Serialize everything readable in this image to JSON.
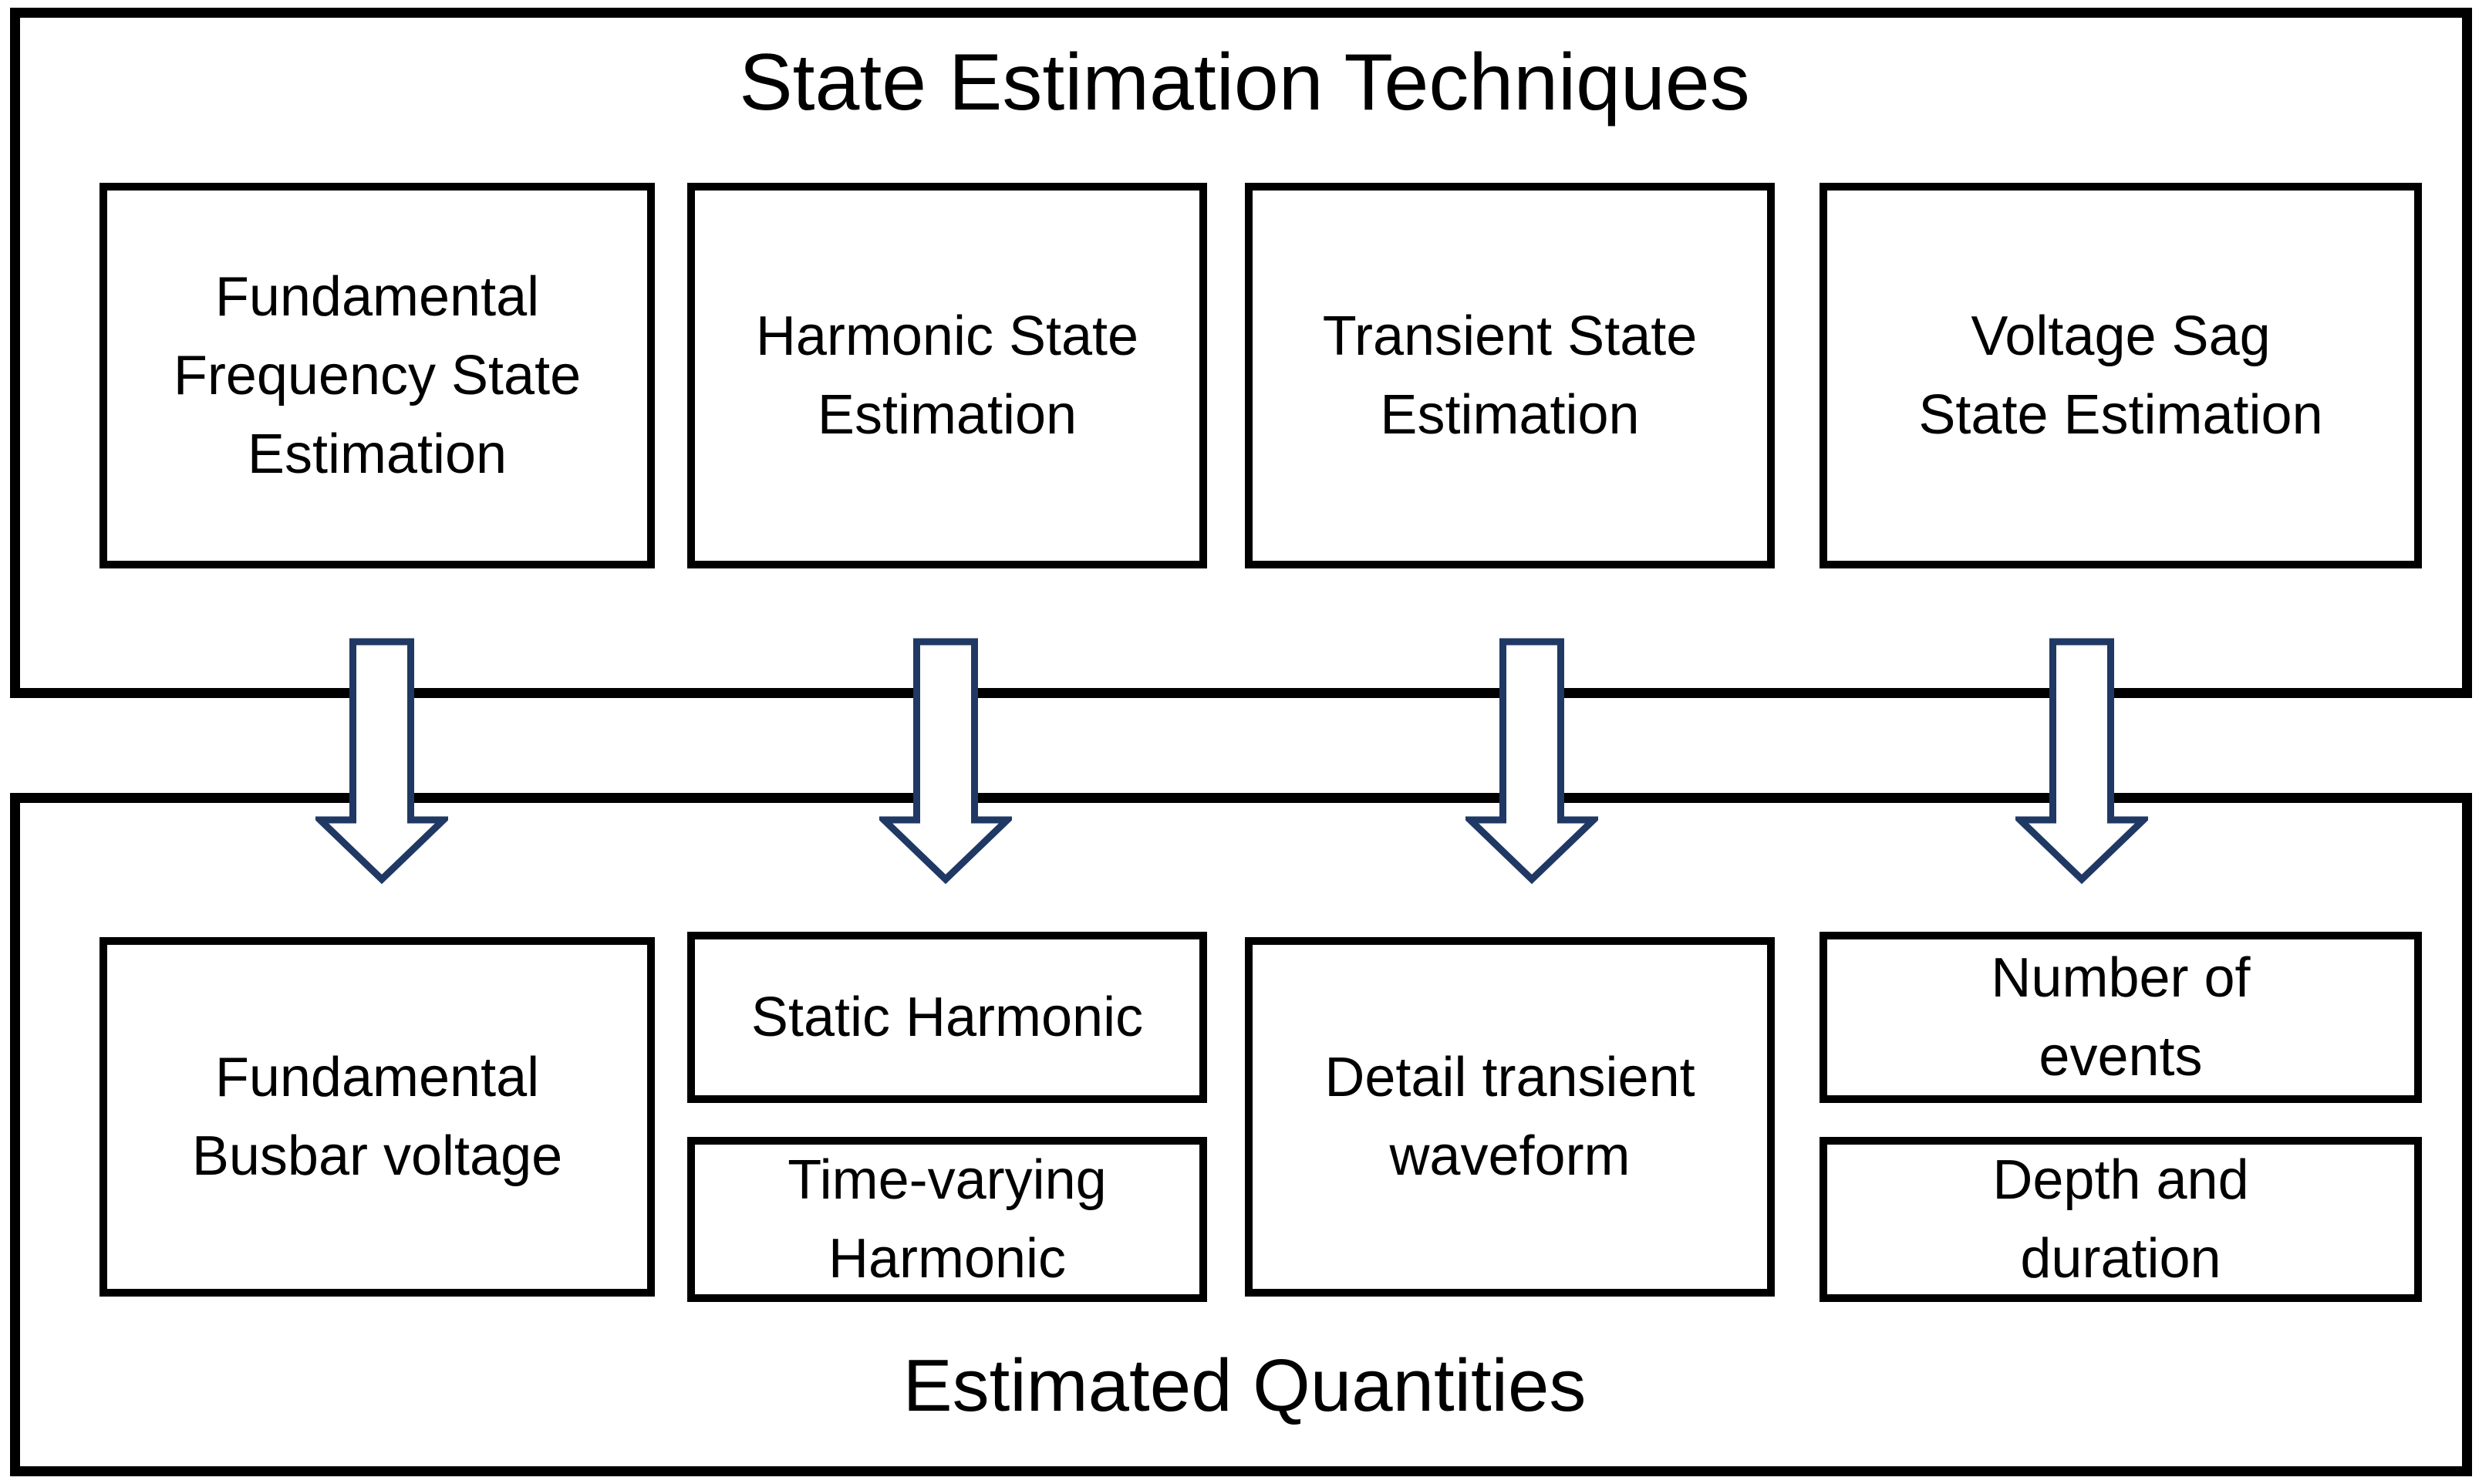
{
  "top_section": {
    "title": "State Estimation Techniques",
    "boxes": [
      "Fundamental\nFrequency State\nEstimation",
      "Harmonic State\nEstimation",
      "Transient State\nEstimation",
      "Voltage Sag\nState Estimation"
    ]
  },
  "bottom_section": {
    "title": "Estimated Quantities",
    "boxes": {
      "fundamental_busbar": "Fundamental\nBusbar voltage",
      "static_harmonic": "Static Harmonic",
      "time_varying_harmonic": "Time-varying\nHarmonic",
      "detail_transient": "Detail transient\nwaveform",
      "number_of_events": "Number of\nevents",
      "depth_duration": "Depth and\nduration"
    }
  },
  "arrows": {
    "count": 4,
    "direction": "down",
    "outline_color": "#1f3864",
    "fill_color": "#ffffff"
  },
  "colors": {
    "border": "#000000",
    "text": "#000000",
    "background": "#ffffff"
  }
}
